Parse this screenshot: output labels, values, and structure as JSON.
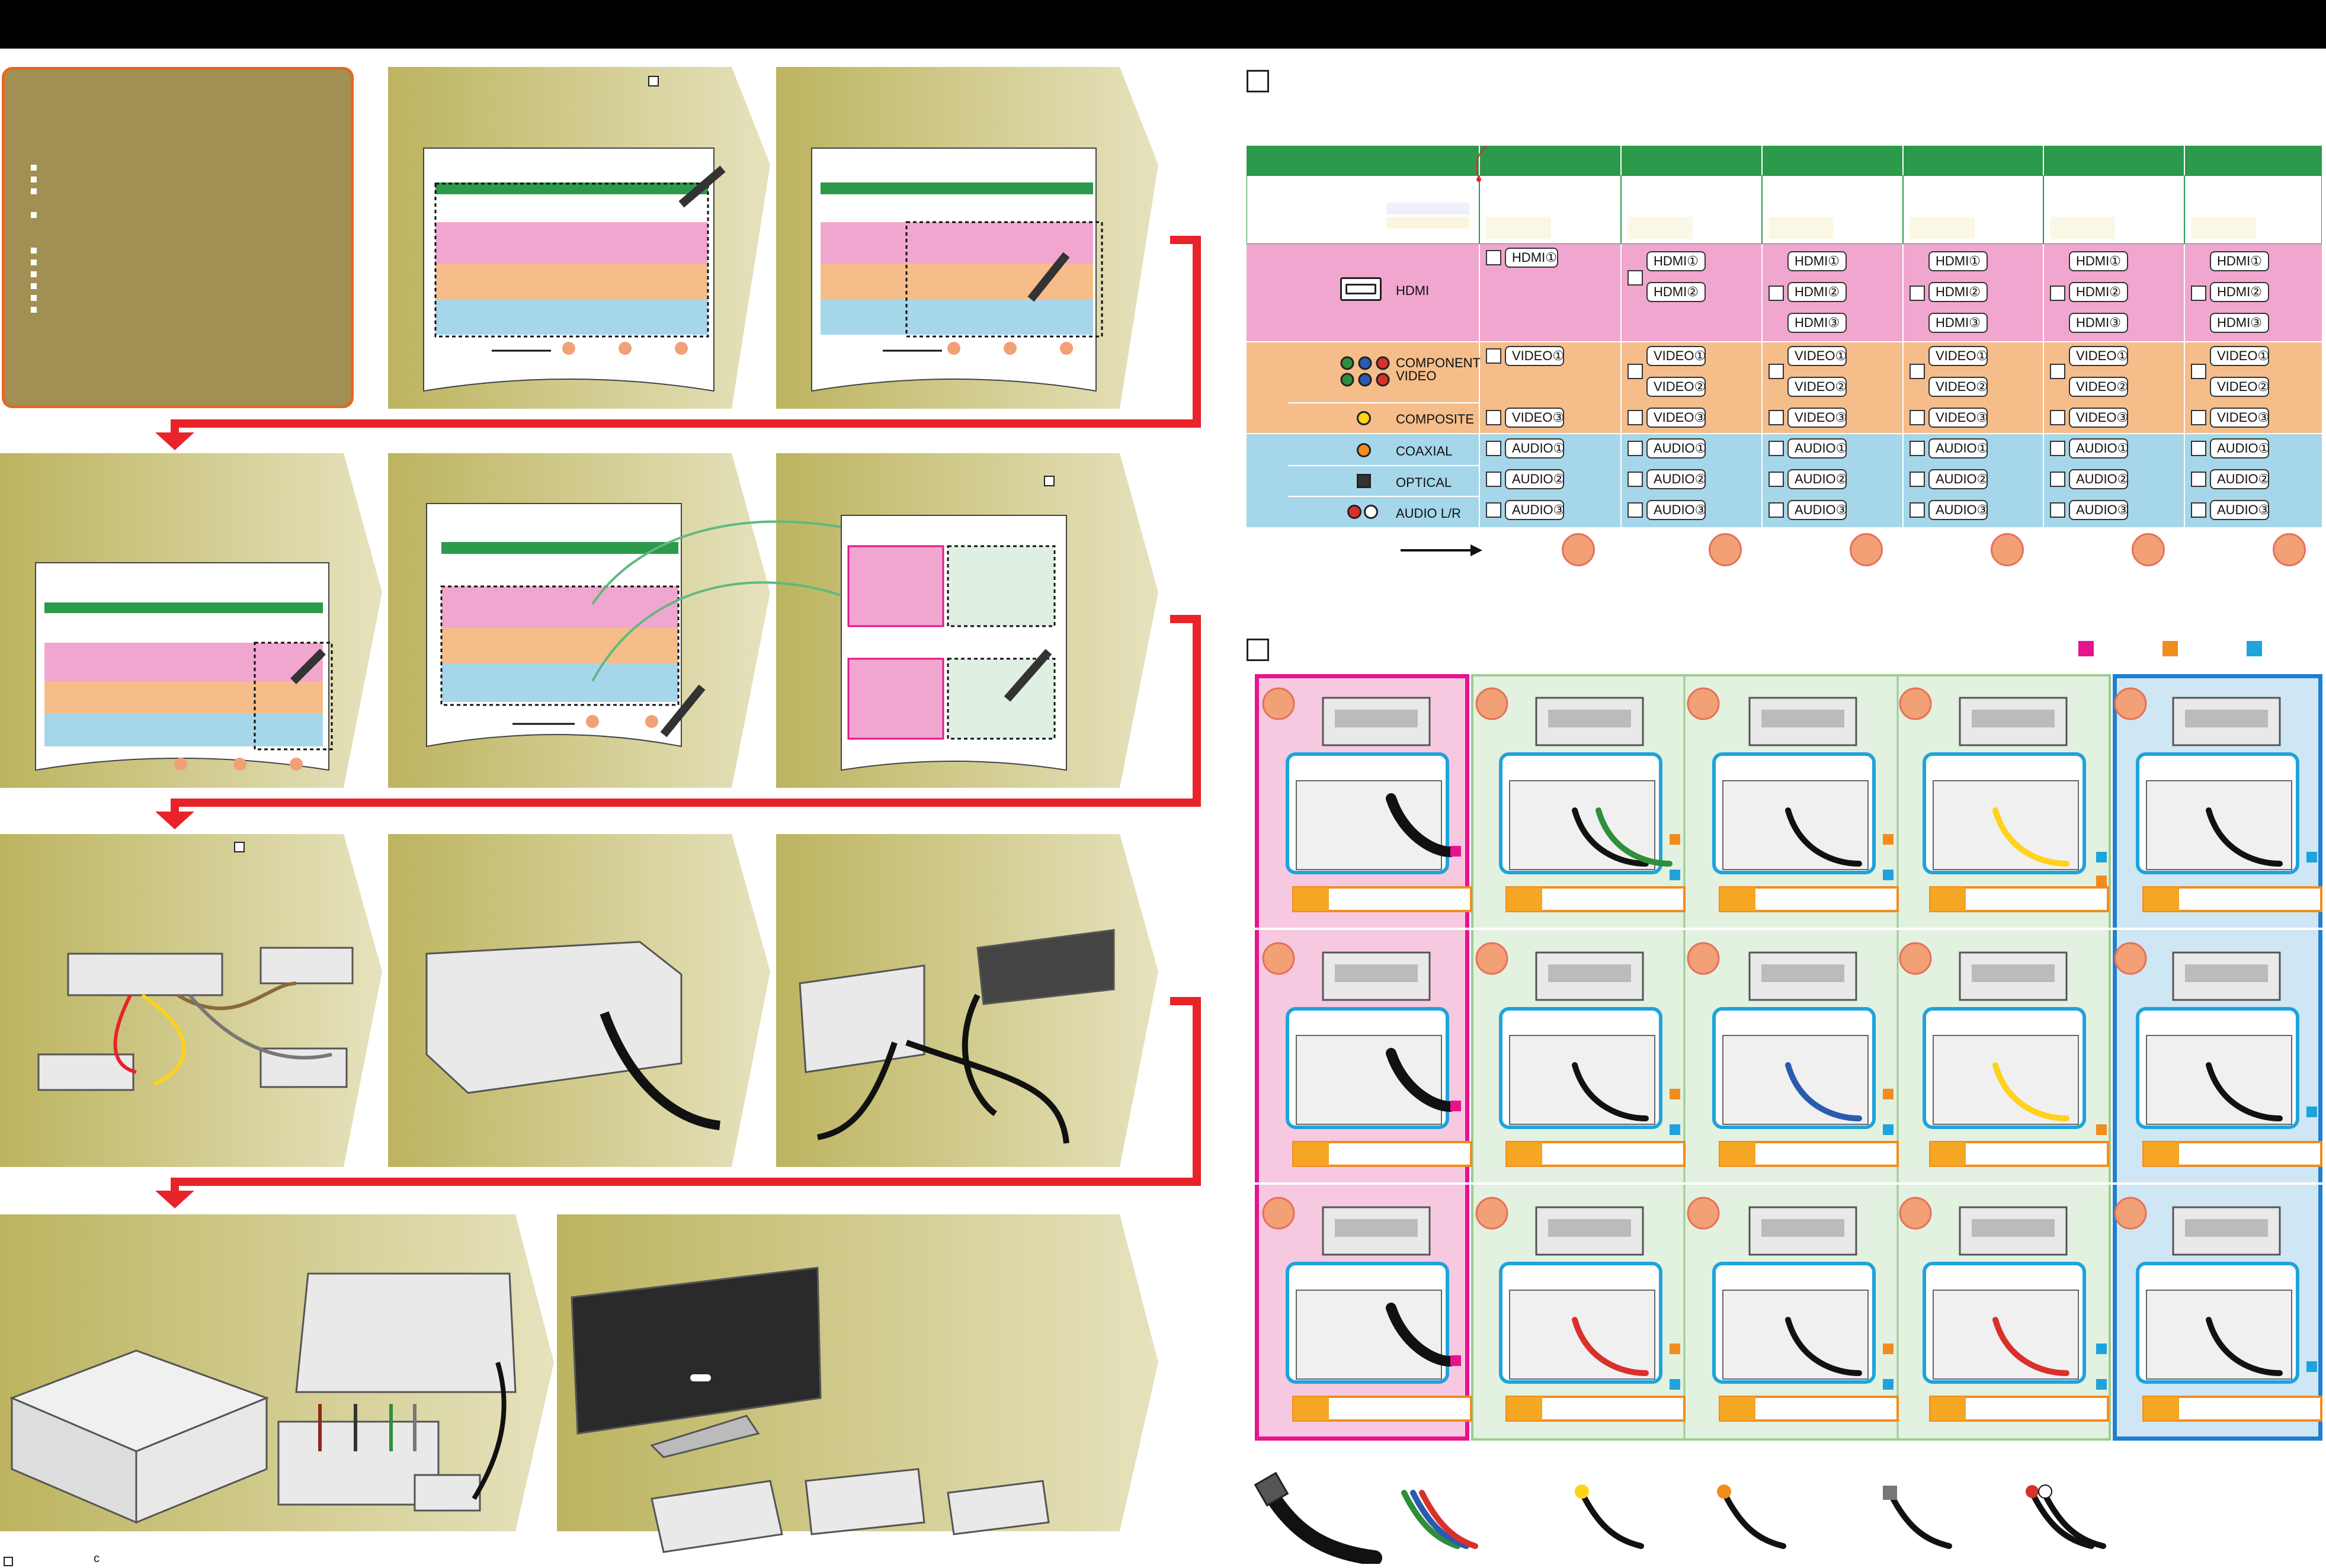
{
  "table": {
    "row_labels": {
      "hdmi": "HDMI",
      "component": "COMPONENT VIDEO",
      "composite": "COMPOSITE",
      "coaxial": "COAXIAL",
      "optical": "OPTICAL",
      "audio_lr": "AUDIO L/R"
    },
    "columns": [
      {
        "hdmi": [
          "HDMI①"
        ],
        "component": [
          "VIDEO①"
        ],
        "composite": [
          "VIDEO③"
        ],
        "coaxial": [
          "AUDIO①"
        ],
        "optical": [
          "AUDIO②"
        ],
        "audio_lr": [
          "AUDIO③"
        ]
      },
      {
        "hdmi": [
          "HDMI①",
          "HDMI②"
        ],
        "component": [
          "VIDEO①",
          "VIDEO②"
        ],
        "composite": [
          "VIDEO③"
        ],
        "coaxial": [
          "AUDIO①"
        ],
        "optical": [
          "AUDIO②"
        ],
        "audio_lr": [
          "AUDIO③"
        ]
      },
      {
        "hdmi": [
          "HDMI①",
          "HDMI②",
          "HDMI③"
        ],
        "component": [
          "VIDEO①",
          "VIDEO②"
        ],
        "composite": [
          "VIDEO③"
        ],
        "coaxial": [
          "AUDIO①"
        ],
        "optical": [
          "AUDIO②"
        ],
        "audio_lr": [
          "AUDIO③"
        ]
      },
      {
        "hdmi": [
          "HDMI①",
          "HDMI②",
          "HDMI③"
        ],
        "component": [
          "VIDEO①",
          "VIDEO②"
        ],
        "composite": [
          "VIDEO③"
        ],
        "coaxial": [
          "AUDIO①"
        ],
        "optical": [
          "AUDIO②"
        ],
        "audio_lr": [
          "AUDIO③"
        ]
      },
      {
        "hdmi": [
          "HDMI①",
          "HDMI②",
          "HDMI③"
        ],
        "component": [
          "VIDEO①",
          "VIDEO②"
        ],
        "composite": [
          "VIDEO③"
        ],
        "coaxial": [
          "AUDIO①"
        ],
        "optical": [
          "AUDIO②"
        ],
        "audio_lr": [
          "AUDIO③"
        ]
      },
      {
        "hdmi": [
          "HDMI①",
          "HDMI②",
          "HDMI③"
        ],
        "component": [
          "VIDEO①",
          "VIDEO②"
        ],
        "composite": [
          "VIDEO③"
        ],
        "coaxial": [
          "AUDIO①"
        ],
        "optical": [
          "AUDIO②"
        ],
        "audio_lr": [
          "AUDIO③"
        ]
      }
    ]
  },
  "colors": {
    "green_header": "#2b9a4a",
    "pink_row": "#f1a6cf",
    "orange_row": "#f5bd8a",
    "blue_row": "#a6d6ea",
    "panel_olive": "#bdb56b",
    "arrow_red": "#e8232a",
    "intro_bg": "#a18f53",
    "legend_magenta": "#e5148c",
    "legend_orange": "#f28c1e",
    "legend_cyan": "#1fa3dc"
  },
  "footer": {
    "page_mark": "c"
  }
}
